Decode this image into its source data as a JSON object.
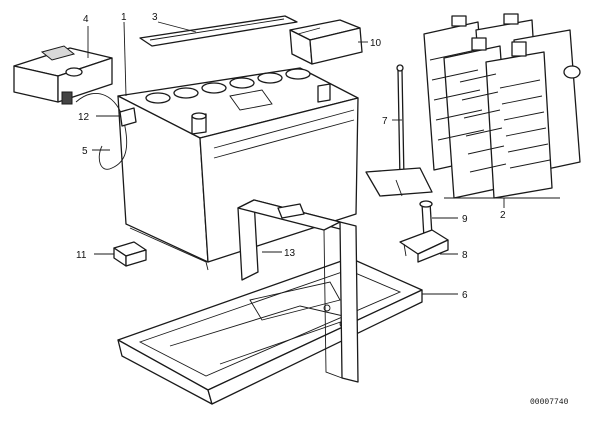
{
  "callouts": {
    "n1": "1",
    "n2": "2",
    "n3": "3",
    "n4": "4",
    "n5": "5",
    "n6": "6",
    "n7": "7",
    "n8": "8",
    "n9": "9",
    "n10": "10",
    "n11": "11",
    "n12": "12",
    "n13": "13"
  },
  "doc_id": "00007740"
}
